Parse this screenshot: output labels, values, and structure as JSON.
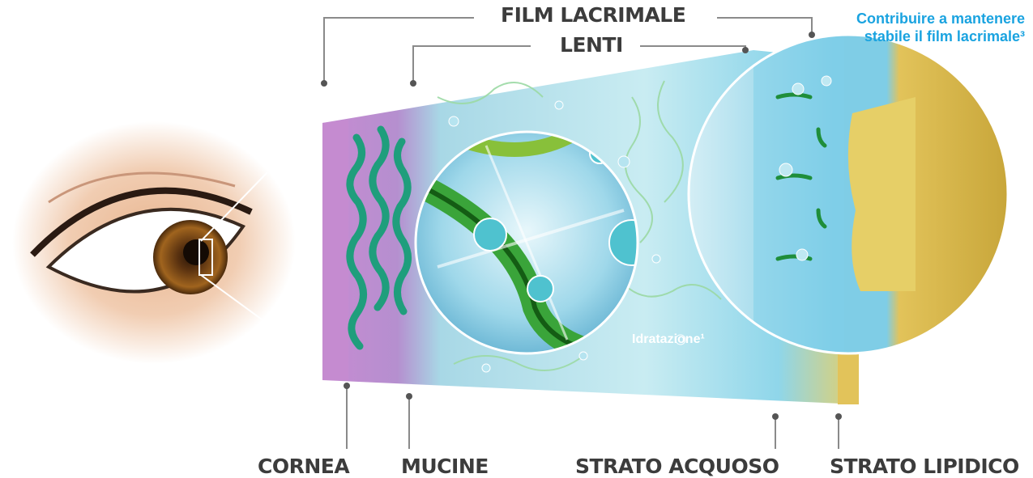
{
  "labels": {
    "film_lacrimale": "FILM LACRIMALE",
    "lenti": "LENTI",
    "cornea": "CORNEA",
    "mucine": "MUCINE",
    "strato_acquoso": "STRATO ACQUOSO",
    "strato_lipidico": "STRATO LIPIDICO"
  },
  "callout": {
    "line1": "Contribuire a mantenere",
    "line2": "stabile il film lacrimale³"
  },
  "annotation": {
    "idratazione": "Idratazione¹"
  },
  "colors": {
    "label_text": "#3c3c3c",
    "callout_text": "#1aa3e0",
    "cornea": "#c58bd0",
    "aqueous": "#7fd0ea",
    "lipid": "#e2c35a",
    "mucin": "#1f9e7c"
  }
}
